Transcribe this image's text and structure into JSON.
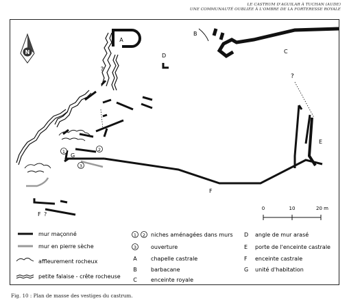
{
  "header": {
    "line1": "LE CASTRUM D'AGUILAR À TUCHAN (AUDE)",
    "line2": "UNE COMMUNAUTÉ OUBLIÉE À L'OMBRE DE LA FORTERESSE ROYALE"
  },
  "plan": {
    "north_label": "N",
    "unknown_mark": "?",
    "labels": {
      "A": "A",
      "B": "B",
      "C": "C",
      "D": "D",
      "E": "E",
      "F": "F",
      "G": "G",
      "n1": "1",
      "n2": "2",
      "n3": "3"
    },
    "scale": {
      "ticks": [
        "0",
        "10",
        "20 m"
      ]
    }
  },
  "legend": {
    "left": [
      {
        "symbol": "mur-maconne",
        "text": "mur maçonné"
      },
      {
        "symbol": "mur-pierre-seche",
        "text": "mur en pierre sèche"
      },
      {
        "symbol": "affleurement",
        "text": "affleurement rocheux"
      },
      {
        "symbol": "falaise",
        "text": "petite falaise - crête rocheuse"
      }
    ],
    "middle": [
      {
        "key": "1 2",
        "text": "niches aménagées dans murs"
      },
      {
        "key": "3",
        "text": "ouverture"
      },
      {
        "key": "A",
        "text": "chapelle castrale"
      },
      {
        "key": "B",
        "text": "barbacane"
      },
      {
        "key": "C",
        "text": "enceinte royale"
      }
    ],
    "right": [
      {
        "key": "D",
        "text": "angle de mur arasé"
      },
      {
        "key": "E",
        "text": "porte de l'enceinte castrale"
      },
      {
        "key": "F",
        "text": "enceinte castrale"
      },
      {
        "key": "G",
        "text": "unité d'habitation"
      }
    ]
  },
  "caption": "Fig. 10 : Plan de masse des vestiges du castrum."
}
